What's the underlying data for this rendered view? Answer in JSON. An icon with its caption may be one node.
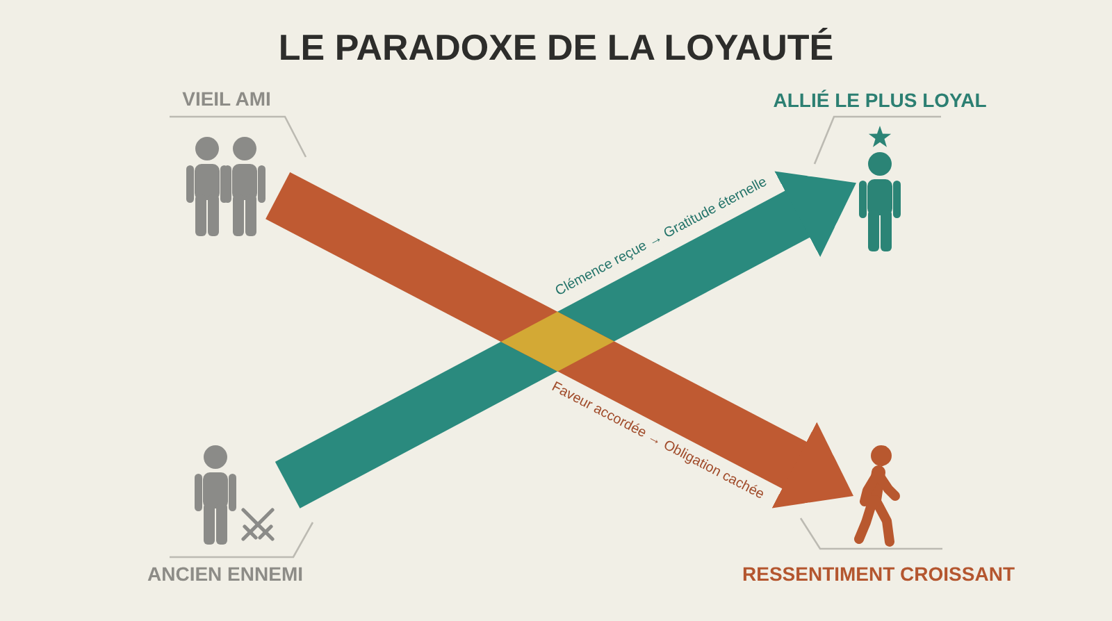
{
  "diagram": {
    "title": "LE PARADOXE DE LA LOYAUTÉ",
    "nodes": [
      {
        "text": [],
        "shape": "person",
        "beside": [
          "VIEIL AMI"
        ]
      },
      {
        "text": [],
        "shape": "person",
        "beside": [
          "ALLIÉ LE PLUS LOYAL"
        ]
      },
      {
        "text": [],
        "shape": "person",
        "beside": [
          "ANCIEN ENNEMI"
        ]
      },
      {
        "text": [],
        "shape": "person",
        "beside": [
          "RESSENTIMENT CROISSANT"
        ]
      }
    ],
    "edges": [
      {
        "from": 2,
        "to": 1,
        "arrow": "to",
        "label": "Clémence reçue → Gratitude éternelle",
        "color": "#2a8a7e"
      },
      {
        "from": 0,
        "to": 3,
        "arrow": "to",
        "label": "Faveur accordée → Obligation cachée",
        "color": "#bf5a32"
      }
    ]
  }
}
